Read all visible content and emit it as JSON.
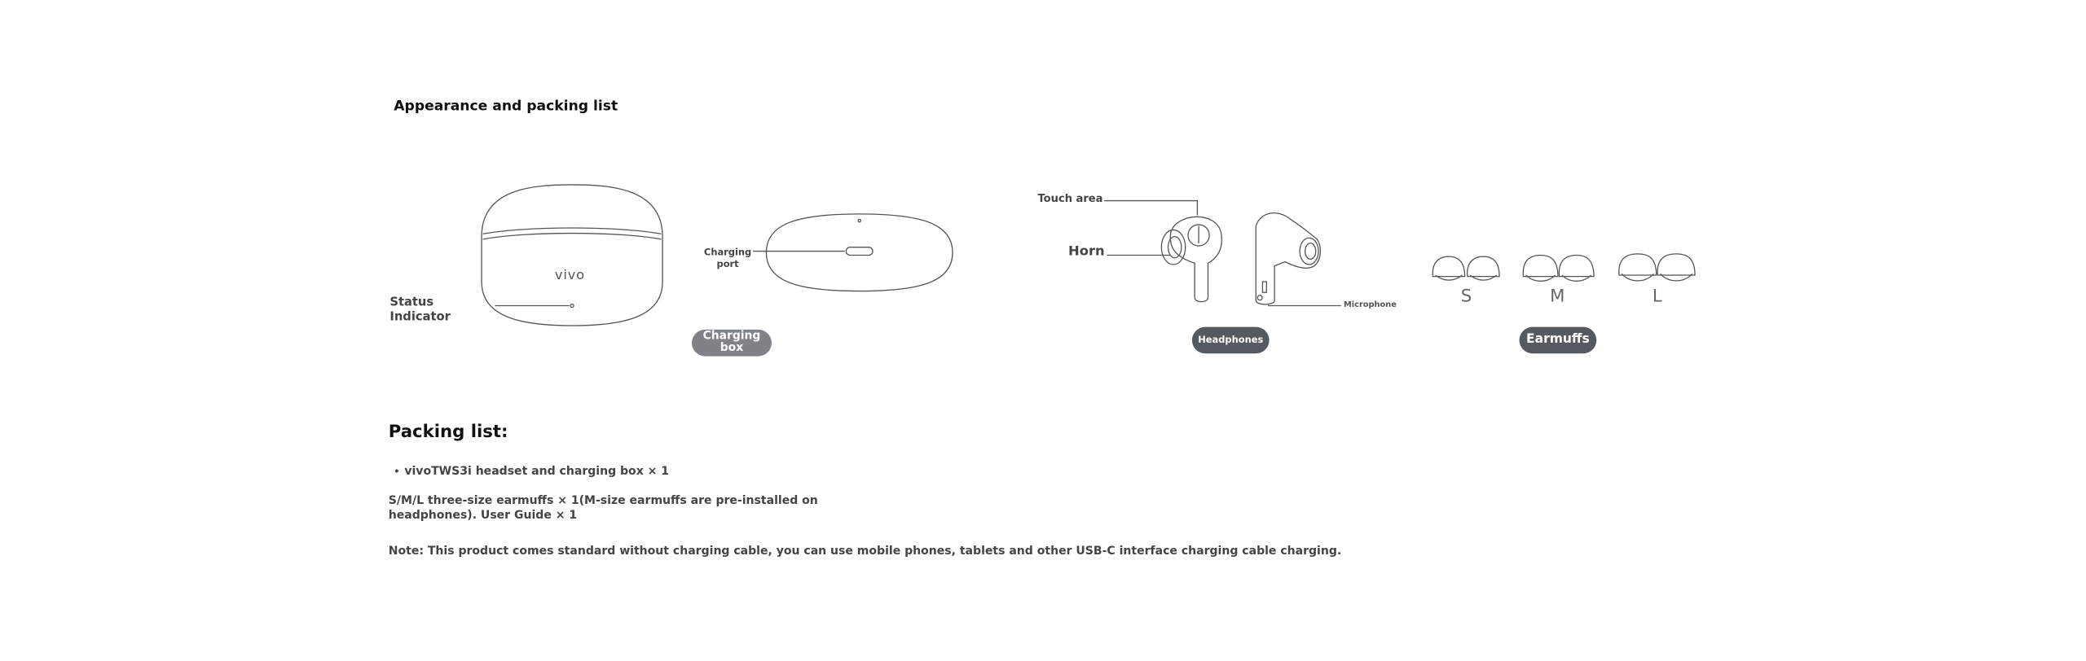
{
  "header": {
    "title": "Appearance and packing list"
  },
  "figure": {
    "case_front": {
      "brand": "vivo",
      "status_label": "Status\nIndicator"
    },
    "case_back": {
      "port_label": "Charging\nport"
    },
    "case_badge": "Charging box",
    "earbud": {
      "touch_label": "Touch area",
      "horn_label": "Horn",
      "mic_label": "Microphone",
      "badge": "Headphones"
    },
    "eartips": {
      "sizes": [
        "S",
        "M",
        "L"
      ],
      "badge": "Earmuffs"
    }
  },
  "packing": {
    "title": "Packing list:",
    "item1": "vivoTWS3i headset and charging box × 1",
    "item2": "S/M/L three-size earmuffs × 1(M-size earmuffs are pre-installed on headphones). User Guide × 1",
    "note": "Note: This product comes standard without charging cable, you can use mobile phones, tablets and other USB-C interface charging cable charging."
  }
}
